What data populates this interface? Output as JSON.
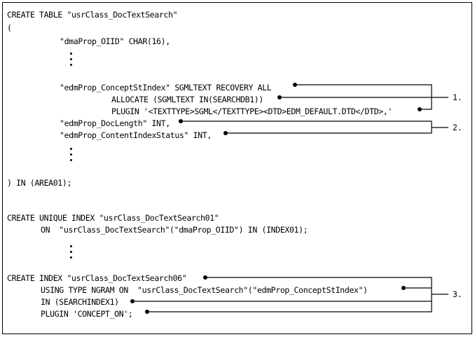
{
  "code": {
    "lines": [
      "CREATE TABLE \"usrClass_DocTextSearch\"",
      "(",
      "\"dmaProp_OIID\" CHAR(16),",
      "\"edmProp_ConceptStIndex\" SGMLTEXT RECOVERY ALL",
      "ALLOCATE (SGMLTEXT IN(SEARCHDB1))",
      "PLUGIN '<TEXTTYPE>SGML</TEXTTYPE><DTD>EDM_DEFAULT.DTD</DTD>,'",
      "\"edmProp_DocLength\" INT,",
      "\"edmProp_ContentIndexStatus\" INT,",
      ") IN (AREA01);",
      "CREATE UNIQUE INDEX \"usrClass_DocTextSearch01\"",
      "ON  \"usrClass_DocTextSearch\"(\"dmaProp_OIID\") IN (INDEX01);",
      "CREATE INDEX \"usrClass_DocTextSearch06\"",
      "USING TYPE NGRAM ON  \"usrClass_DocTextSearch\"(\"edmProp_ConceptStIndex\")",
      "IN (SEARCHINDEX1)",
      "PLUGIN 'CONCEPT_ON';"
    ]
  },
  "callouts": {
    "labels": [
      "1.",
      "2.",
      "3."
    ]
  }
}
